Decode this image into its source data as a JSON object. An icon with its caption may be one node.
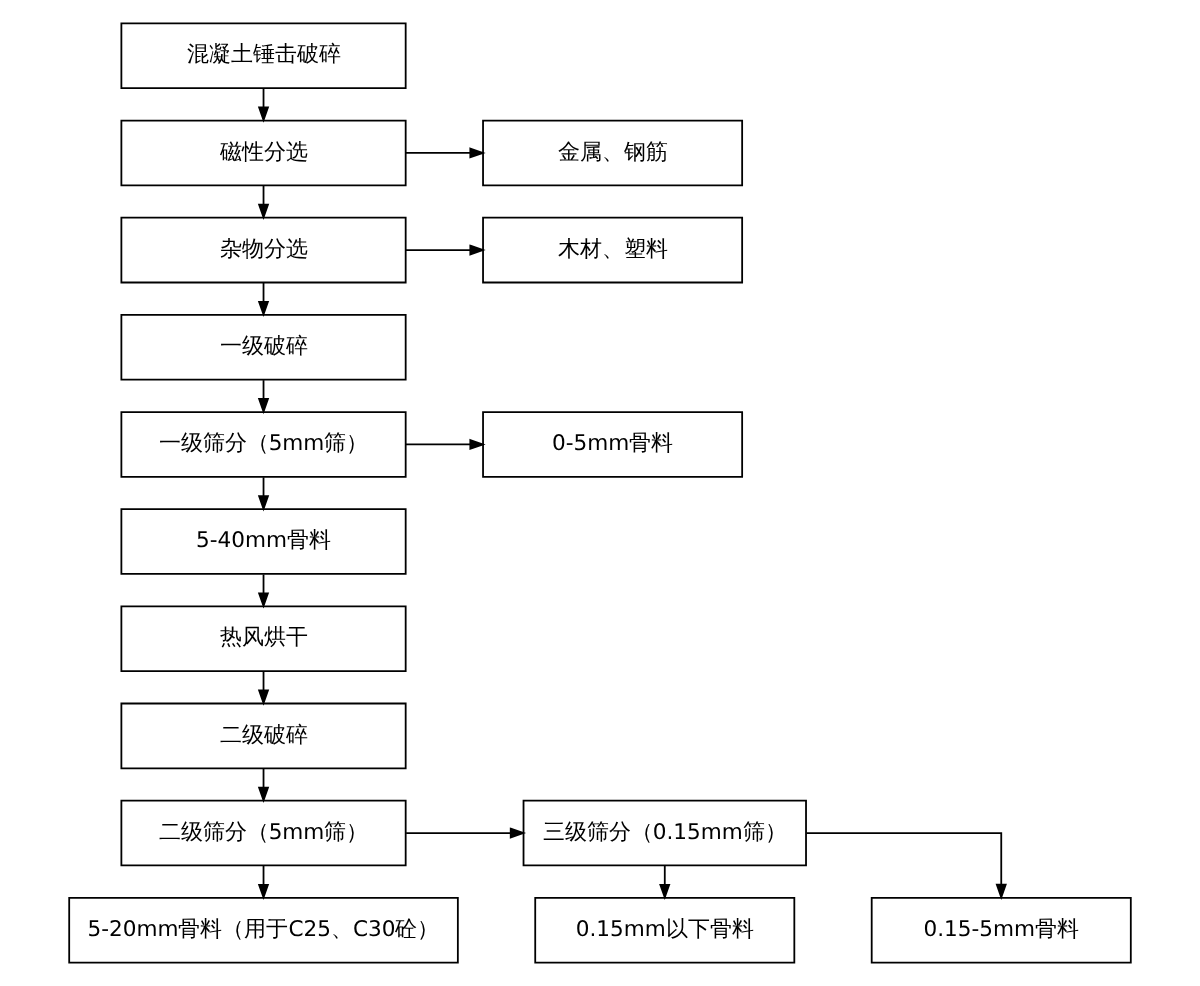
{
  "diagram": {
    "nodes": [
      {
        "text": [
          "混凝土锤击破碎"
        ]
      },
      {
        "text": [
          "磁性分选"
        ]
      },
      {
        "text": [
          "金属、钢筋"
        ]
      },
      {
        "text": [
          "杂物分选"
        ]
      },
      {
        "text": [
          "木材、塑料"
        ]
      },
      {
        "text": [
          "一级破碎"
        ]
      },
      {
        "text": [
          "一级筛分（5mm筛）"
        ]
      },
      {
        "text": [
          "0-5mm骨料"
        ]
      },
      {
        "text": [
          "5-40mm骨料"
        ]
      },
      {
        "text": [
          "热风烘干"
        ]
      },
      {
        "text": [
          "二级破碎"
        ]
      },
      {
        "text": [
          "二级筛分（5mm筛）"
        ]
      },
      {
        "text": [
          "三级筛分（0.15mm筛）"
        ]
      },
      {
        "text": [
          "0.15mm以下骨料"
        ]
      },
      {
        "text": [
          "0.15-5mm骨料"
        ]
      },
      {
        "text": [
          "5-20mm骨料（用于C25、C30砼）"
        ]
      }
    ],
    "edges": [
      {
        "from": 0,
        "to": 1,
        "arrow": "to"
      },
      {
        "from": 1,
        "to": 2,
        "arrow": "to"
      },
      {
        "from": 1,
        "to": 3,
        "arrow": "to"
      },
      {
        "from": 3,
        "to": 4,
        "arrow": "to"
      },
      {
        "from": 3,
        "to": 5,
        "arrow": "to"
      },
      {
        "from": 5,
        "to": 6,
        "arrow": "to"
      },
      {
        "from": 6,
        "to": 7,
        "arrow": "to"
      },
      {
        "from": 6,
        "to": 8,
        "arrow": "to"
      },
      {
        "from": 8,
        "to": 9,
        "arrow": "to"
      },
      {
        "from": 9,
        "to": 10,
        "arrow": "to"
      },
      {
        "from": 10,
        "to": 11,
        "arrow": "to"
      },
      {
        "from": 11,
        "to": 12,
        "arrow": "to"
      },
      {
        "from": 12,
        "to": 13,
        "arrow": "to"
      },
      {
        "from": 12,
        "to": 14,
        "arrow": "to"
      },
      {
        "from": 11,
        "to": 15,
        "arrow": "to"
      }
    ]
  }
}
